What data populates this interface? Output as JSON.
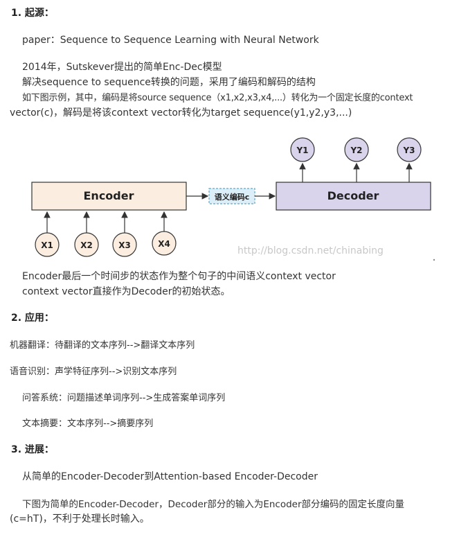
{
  "section1": {
    "heading": "1. 起源：",
    "paper": "paper：Sequence to Sequence Learning with Neural Network",
    "p1_line1": "2014年，Sutskever提出的简单Enc-Dec模型",
    "p1_line2": "解决sequence to sequence转换的问题，采用了编码和解码的结构",
    "p1_line3": "如下图示例，其中，编码是将source sequence（x1,x2,x3,x4,...）转化为一个固定长度的context",
    "p1_line4": "vector(c)，解码是将该context vector转化为target sequence(y1,y2,y3,...)"
  },
  "diagram": {
    "encoder_label": "Encoder",
    "decoder_label": "Decoder",
    "context_label": "语义编码c",
    "inputs": [
      "X1",
      "X2",
      "X3",
      "X4"
    ],
    "outputs": [
      "Y1",
      "Y2",
      "Y3"
    ],
    "watermark": "http://blog.csdn.net/chinabing",
    "colors": {
      "encoder_fill": "#fbeee0",
      "decoder_fill": "#d9d3ec",
      "context_fill": "#dceef8",
      "context_border": "#5fa8c8",
      "node_fill": "#fbeee0"
    }
  },
  "after_diagram": {
    "line1": "Encoder最后一个时间步的状态作为整个句子的中间语义context vector",
    "line2": "context vector直接作为Decoder的初始状态。"
  },
  "section2": {
    "heading": "2. 应用：",
    "items": [
      "机器翻译：待翻译的文本序列-->翻译文本序列",
      "语音识别：声学特征序列-->识别文本序列",
      "问答系统：问题描述单词序列-->生成答案单词序列",
      "文本摘要：文本序列-->摘要序列"
    ]
  },
  "section3": {
    "heading": "3. 进展：",
    "line1": "从简单的Encoder-Decoder到Attention-based Encoder-Decoder",
    "line2": "下图为简单的Encoder-Decoder，Decoder部分的输入为Encoder部分编码的固定长度向量",
    "line3": "(c=hT)，不利于处理长时输入。"
  }
}
